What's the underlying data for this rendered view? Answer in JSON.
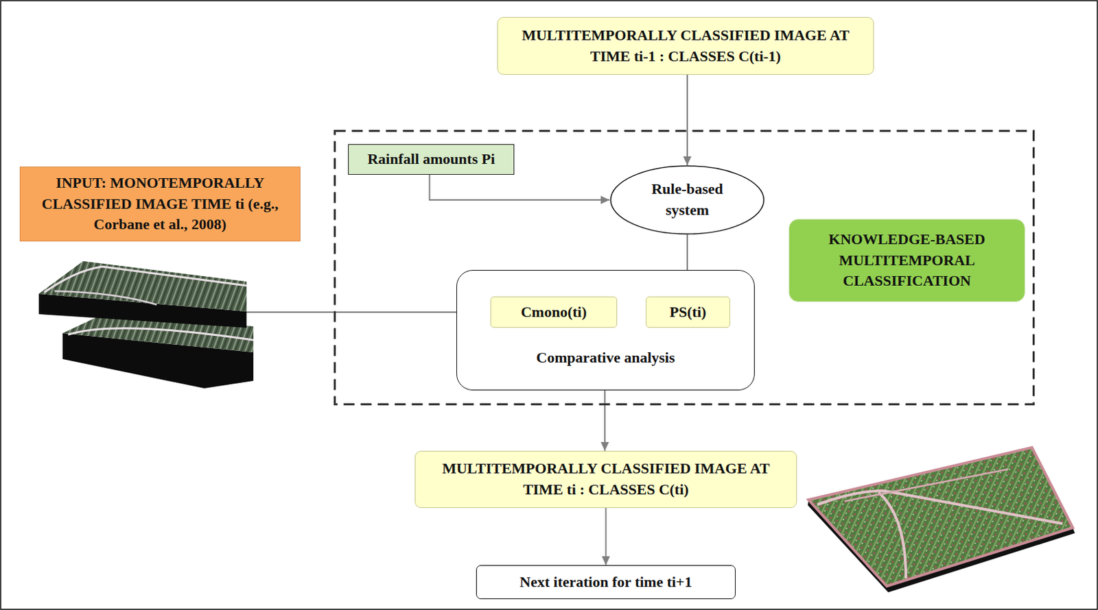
{
  "diagram": {
    "nodes": [
      {
        "text": [
          "MULTITEMPORALLY CLASSIFIED IMAGE AT TIME ti-1 : CLASSES C(ti-1)"
        ]
      },
      {
        "text": []
      },
      {
        "text": [
          "Rainfall amounts Pi"
        ],
        "in": 1
      },
      {
        "text": [
          "Rule-based system"
        ],
        "in": 1
      },
      {
        "text": [
          "KNOWLEDGE-BASED MULTITEMPORAL CLASSIFICATION"
        ],
        "in": 1
      },
      {
        "text": [
          "Comparative analysis"
        ],
        "in": 1
      },
      {
        "text": [
          "Cmono(ti)"
        ],
        "in": 5
      },
      {
        "text": [
          "PS(ti)"
        ],
        "in": 5
      },
      {
        "text": [
          "INPUT: MONOTEMPORALLY CLASSIFIED IMAGE TIME ti (e.g., Corbane et al., 2008)"
        ]
      },
      {
        "text": [
          "MULTITEMPORALLY CLASSIFIED IMAGE AT TIME ti : CLASSES C(ti)"
        ]
      },
      {
        "text": [
          "Next iteration for time ti+1"
        ]
      }
    ],
    "edges": [
      {
        "from": 0,
        "to": 3,
        "arrow": "to"
      },
      {
        "from": 2,
        "to": 3,
        "arrow": "to"
      },
      {
        "from": 3,
        "to": 7,
        "arrow": "to"
      },
      {
        "from": 8,
        "to": 6,
        "arrow": "to"
      },
      {
        "from": 5,
        "to": 9,
        "arrow": "to"
      },
      {
        "from": 9,
        "to": 10,
        "arrow": "to"
      }
    ]
  }
}
